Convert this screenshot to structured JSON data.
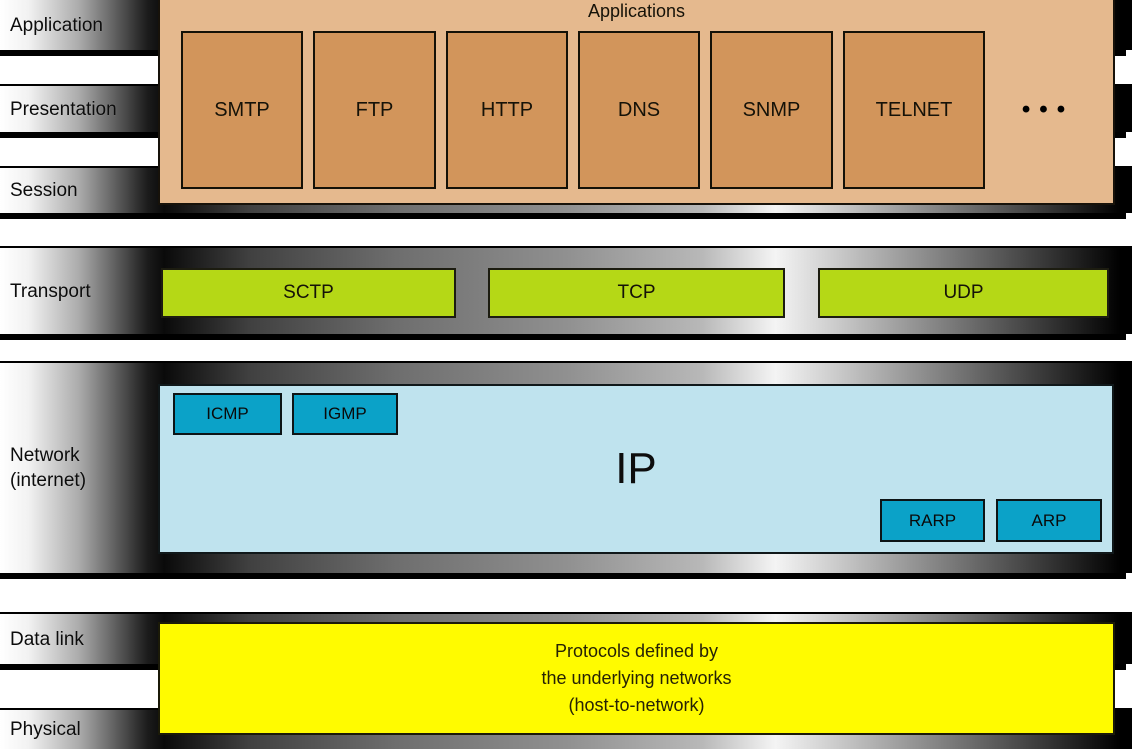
{
  "layers": [
    {
      "label": "Application"
    },
    {
      "label": "Presentation"
    },
    {
      "label": "Session"
    },
    {
      "label": "Transport"
    },
    {
      "label": "Network\n(internet)"
    },
    {
      "label": "Data link"
    },
    {
      "label": "Physical"
    }
  ],
  "applications": {
    "title": "Applications",
    "protocols": [
      "SMTP",
      "FTP",
      "HTTP",
      "DNS",
      "SNMP",
      "TELNET"
    ],
    "ellipsis": "•••"
  },
  "transport": {
    "protocols": [
      "SCTP",
      "TCP",
      "UDP"
    ]
  },
  "network": {
    "main_protocol": "IP",
    "control_protocols": [
      "ICMP",
      "IGMP"
    ],
    "address_protocols": [
      "RARP",
      "ARP"
    ]
  },
  "data_link_physical": {
    "note": "Protocols defined by\nthe underlying networks\n(host-to-network)"
  },
  "colors": {
    "applications_container": "#e5b98e",
    "application_box": "#d2955b",
    "transport_box": "#b5d816",
    "network_container": "#bfe3ee",
    "network_box": "#0ba2c8",
    "link_box": "#fffb00",
    "band_dark": "#000000",
    "band_light": "#ffffff"
  }
}
